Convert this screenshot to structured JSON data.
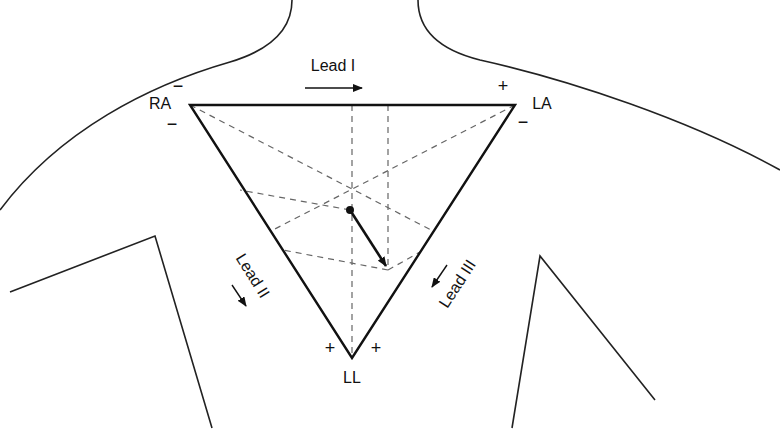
{
  "diagram": {
    "labels": [
      "Lead I",
      "−",
      "+",
      "RA",
      "LA",
      "−",
      "−",
      "Lead II",
      "Lead III",
      "+",
      "+",
      "LL"
    ]
  }
}
